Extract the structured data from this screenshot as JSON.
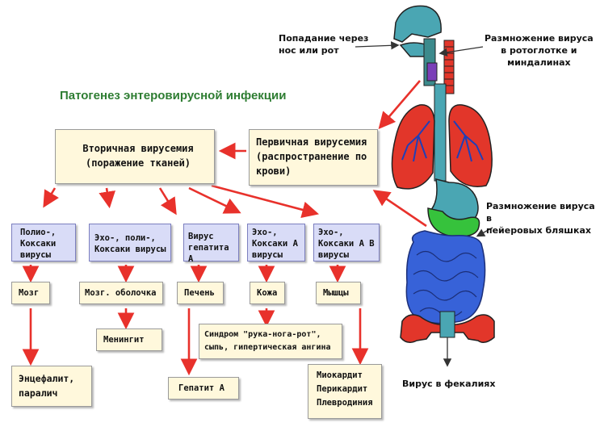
{
  "title": "Патогенез энтеровирусной инфекции",
  "labels": {
    "entry": "Попадание через\nнос или рот",
    "replication_throat": "Размножение вируса\nв ротоглотке и\nминдалинах",
    "replication_peyer": "Размножение вируса в\nпейеровых бляшках",
    "feces": "Вирус в фекалиях"
  },
  "boxes": {
    "secondary": "Вторичная вирусемия\n(поражение тканей)",
    "primary": "Первичная вирусемия\n(распространение по\nкрови)",
    "virus_types": [
      "Полио-,\nКоксаки\nвирусы",
      "Эхо-, поли-,\nКоксаки вирусы",
      "Вирус\nгепатита А",
      "Эхо-,\nКоксаки А\nвирусы",
      "Эхо-,\nКоксаки А В\nвирусы"
    ],
    "organs": [
      "Мозг",
      "Мозг. оболочка",
      "Печень",
      "Кожа",
      "Мышцы"
    ],
    "outcomes": {
      "encephalitis": "Энцефалит,\nпаралич",
      "meningitis": "Менингит",
      "hepatitis": "Гепатит А",
      "hfmd": "Синдром \"рука-нога-рот\",\nсыпь, гипертическая ангина",
      "myocarditis": "Миокардит\nПерикардит\nПлевродиния"
    }
  },
  "colors": {
    "title": "#2e7d32",
    "arrow": "#e8312b",
    "box_cream": "#fff8dc",
    "box_lavender": "#d9dcf7",
    "lungs": "#e2362a",
    "airway": "#4aa6b3",
    "intestine": "#3762d8",
    "pelvis": "#e2362a",
    "peyer_patch": "#36c23c"
  }
}
